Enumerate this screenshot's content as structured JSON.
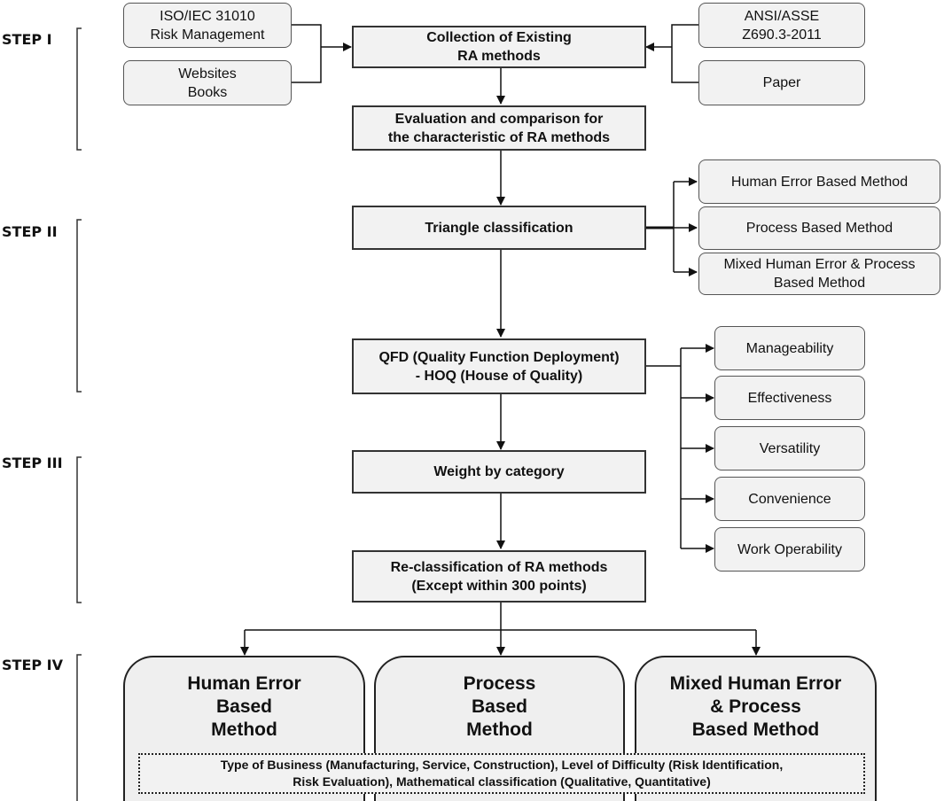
{
  "steps": {
    "step1": "STEP I",
    "step2": "STEP II",
    "step3": "STEP III",
    "step4": "STEP IV"
  },
  "sources": {
    "iso": "ISO/IEC 31010\nRisk Management",
    "web": "Websites\nBooks",
    "ansi": "ANSI/ASSE\nZ690.3-2011",
    "paper": "Paper"
  },
  "flow": {
    "collection": "Collection of Existing\nRA methods",
    "evaluation": "Evaluation and comparison for\nthe characteristic of RA methods",
    "triangle": "Triangle classification",
    "qfd": "QFD (Quality Function Deployment)\n- HOQ (House of Quality)",
    "weight": "Weight by category",
    "reclass": "Re-classification of RA methods\n(Except within 300 points)"
  },
  "triangle_outputs": {
    "human": "Human Error Based Method",
    "process": "Process Based Method",
    "mixed": "Mixed Human Error & Process\nBased Method"
  },
  "criteria": [
    "Manageability",
    "Effectiveness",
    "Versatility",
    "Convenience",
    "Work Operability"
  ],
  "results": {
    "human": "Human Error\nBased\nMethod",
    "process": "Process\nBased\nMethod",
    "mixed": "Mixed Human Error\n& Process\nBased Method"
  },
  "note": "Type of Business (Manufacturing, Service, Construction), Level of Difficulty (Risk Identification,\nRisk Evaluation), Mathematical classification (Qualitative, Quantitative)"
}
